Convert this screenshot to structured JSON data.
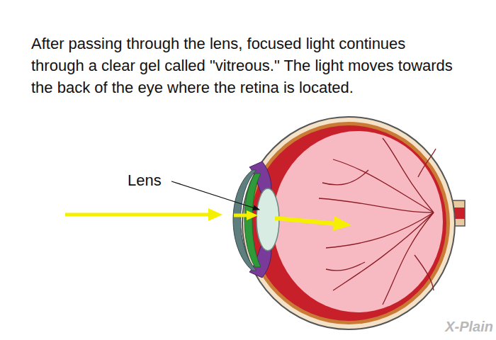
{
  "diagram": {
    "title": "After passing through the lens, focused light continues through a clear gel called \"vitreous.\" The light moves towards the back of the eye where the retina is located.",
    "labels": [
      "Lens",
      "X-Plain"
    ]
  }
}
